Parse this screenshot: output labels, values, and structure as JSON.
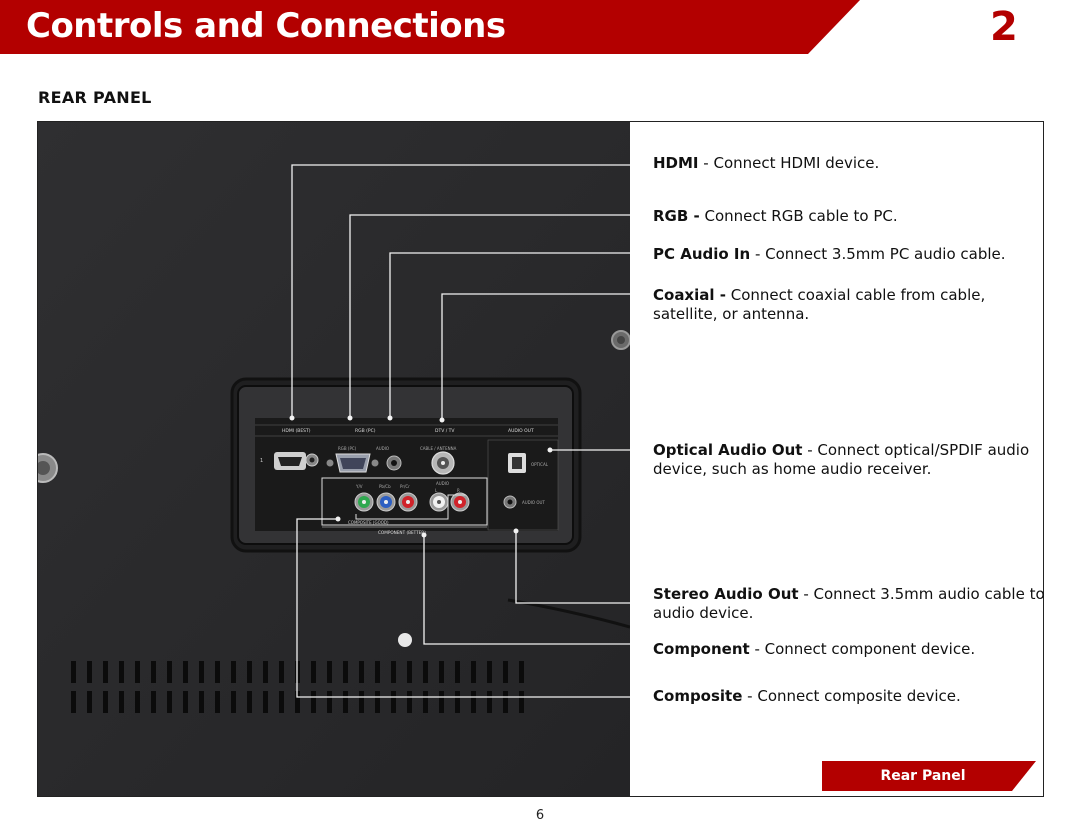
{
  "header": {
    "title": "Controls and Connections",
    "chapter": "2"
  },
  "section": {
    "heading": "REAR PANEL"
  },
  "panel": {
    "port_labels": {
      "hdmi_best": "HDMI (BEST)",
      "rgb_pc_top": "RGB (PC)",
      "dtv_tv": "DTV / TV",
      "audio_out_top": "AUDIO OUT",
      "rgb_pc": "RGB (PC)",
      "audio": "AUDIO",
      "cable_antenna": "CABLE / ANTENNA",
      "optical": "OPTICAL",
      "port_number": "1",
      "y_v": "Y/V",
      "pb_cb": "Pb/Cb",
      "pr_cr": "Pr/Cr",
      "audio_component": "AUDIO",
      "left": "L",
      "right": "R",
      "audio_out": "AUDIO OUT",
      "composite_good": "COMPOSITE (GOOD)",
      "component_better": "COMPONENT (BETTER)"
    }
  },
  "descriptions": [
    {
      "term": "HDMI",
      "text": " - Connect HDMI device."
    },
    {
      "term": "RGB -",
      "text": " Connect RGB cable to PC."
    },
    {
      "term": "PC Audio In",
      "text": " - Connect 3.5mm PC audio cable."
    },
    {
      "term": "Coaxial -",
      "text": " Connect coaxial cable from cable, satellite, or antenna."
    },
    {
      "term": "Optical Audio Out",
      "text": " - Connect optical/SPDIF audio device, such as home audio receiver."
    },
    {
      "term": "Stereo Audio Out",
      "text": " - Connect 3.5mm audio cable to audio device."
    },
    {
      "term": "Component",
      "text": " - Connect component device."
    },
    {
      "term": "Composite",
      "text": " - Connect composite device."
    }
  ],
  "caption_label": "Rear Panel",
  "page_number": "6",
  "colors": {
    "brand_red": "#b30000",
    "panel_dark": "#2b2b2d",
    "port_plate": "#1a1a1a"
  }
}
